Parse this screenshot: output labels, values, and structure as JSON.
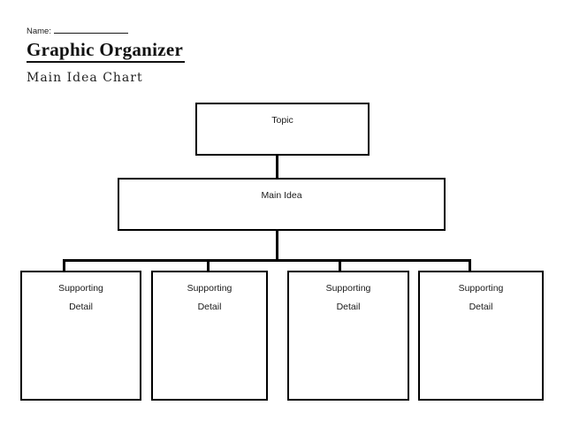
{
  "header": {
    "name_label": "Name:",
    "title": "Graphic Organizer",
    "subtitle": "Main Idea Chart"
  },
  "diagram": {
    "topic": {
      "label": "Topic"
    },
    "main_idea": {
      "label": "Main Idea"
    },
    "supporting": [
      {
        "line1": "Supporting",
        "line2": "Detail"
      },
      {
        "line1": "Supporting",
        "line2": "Detail"
      },
      {
        "line1": "Supporting",
        "line2": "Detail"
      },
      {
        "line1": "Supporting",
        "line2": "Detail"
      }
    ]
  },
  "colors": {
    "background": "#ffffff",
    "line": "#000000",
    "text": "#1a1a1a"
  }
}
